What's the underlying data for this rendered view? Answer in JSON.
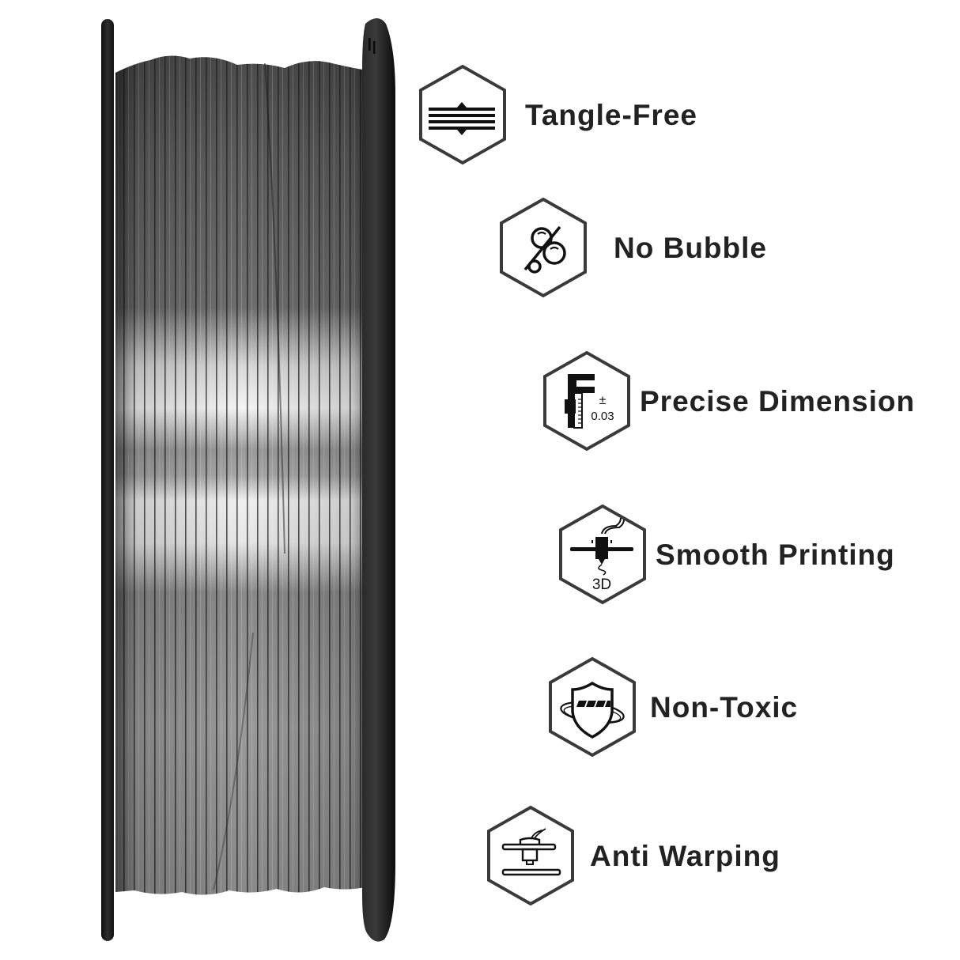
{
  "product": {
    "image": "filament-spool",
    "filament_color_primary": "#8e8e8e",
    "filament_highlight": "#f2f2f2",
    "flange_color": "#1c1c1c"
  },
  "theme": {
    "text_color": "#222222",
    "icon_stroke": "#3a3a3a",
    "background": "#ffffff"
  },
  "features": [
    {
      "label": "Tangle-Free",
      "icon": "tangle-free-lines-icon"
    },
    {
      "label": "No Bubble",
      "icon": "no-bubble-icon"
    },
    {
      "label": "Precise Dimension",
      "icon": "caliper-icon",
      "icon_text_symbol": "±",
      "icon_text_value": "0.03"
    },
    {
      "label": "Smooth Printing",
      "icon": "3d-printer-nozzle-icon",
      "icon_text_value": "3D"
    },
    {
      "label": "Non-Toxic",
      "icon": "shield-icon"
    },
    {
      "label": "Anti Warping",
      "icon": "print-bed-nozzle-icon"
    }
  ]
}
